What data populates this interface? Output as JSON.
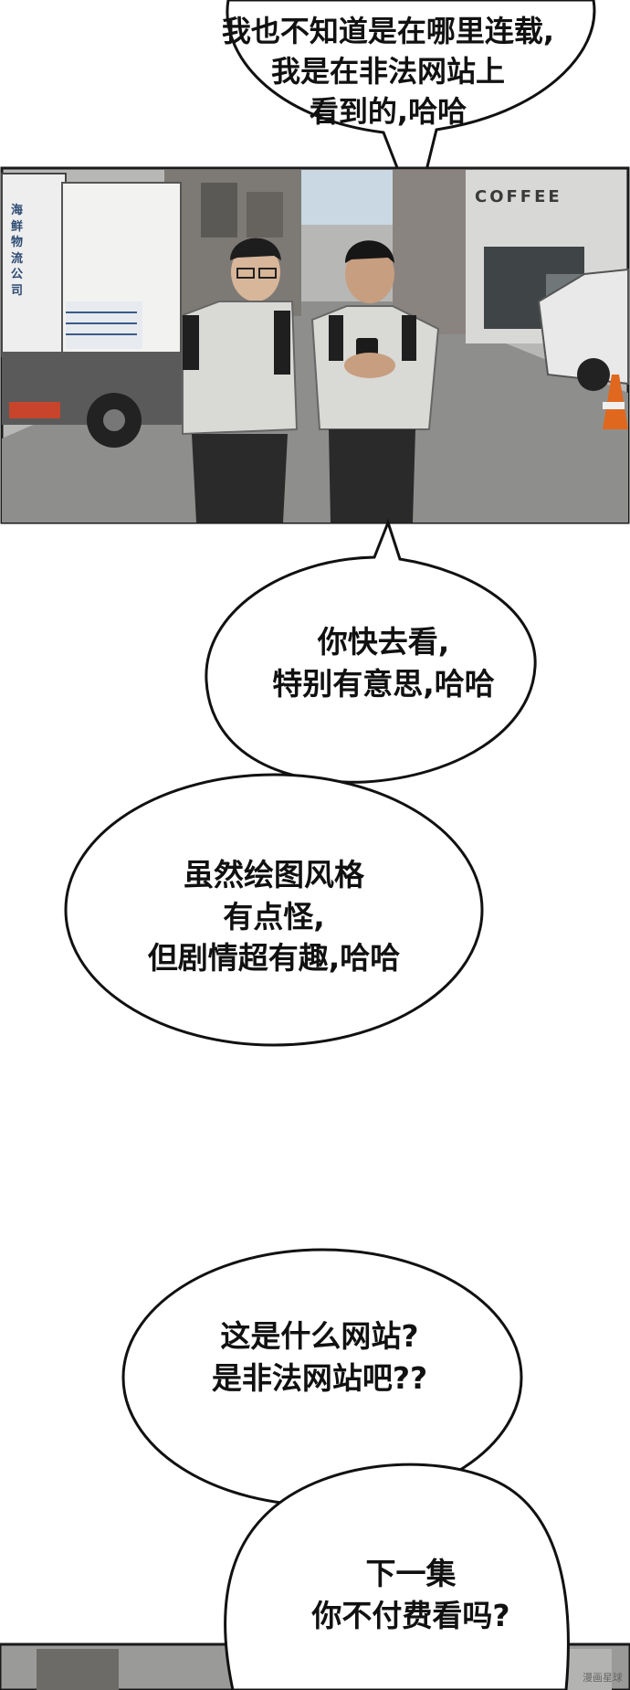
{
  "bubbles": [
    {
      "lines": [
        "我也不知道是在哪里连载,",
        "我是在非法网站上",
        "看到的,哈哈"
      ]
    },
    {
      "lines": [
        "你快去看,",
        "特别有意思,哈哈"
      ]
    },
    {
      "lines": [
        "虽然绘图风格",
        "有点怪,",
        "但剧情超有趣,哈哈"
      ]
    },
    {
      "lines": [
        "这是什么网站?",
        "是非法网站吧??"
      ]
    },
    {
      "lines": [
        "下一集",
        "你不付费看吗?"
      ]
    }
  ],
  "scene": {
    "store_sign": "COFFEE",
    "truck_label": "海鲜物流公司"
  },
  "watermark": "漫画星球",
  "colors": {
    "panel_border": "#1a1a1a",
    "bubble_fill": "#ffffff",
    "bubble_stroke": "#111111",
    "shirt": "#d9d9d6",
    "pants": "#2a2a2a"
  }
}
